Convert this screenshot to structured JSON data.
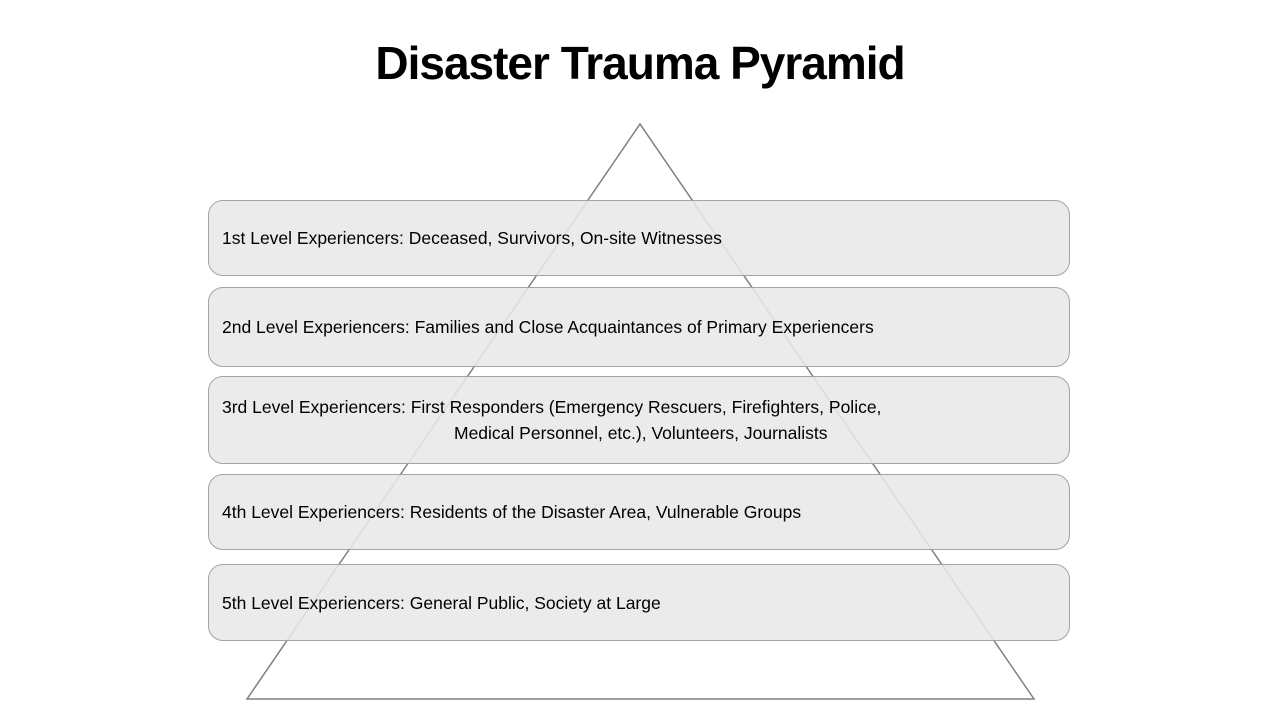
{
  "title": "Disaster Trauma Pyramid",
  "pyramid": {
    "levels": [
      {
        "name": "1st Level",
        "line1": "1st Level Experiencers: Deceased, Survivors, On-site Witnesses",
        "line2": ""
      },
      {
        "name": "2nd Level",
        "line1": "2nd Level Experiencers: Families and Close Acquaintances of Primary Experiencers",
        "line2": ""
      },
      {
        "name": "3rd Level",
        "line1": "3rd Level Experiencers: First Responders (Emergency Rescuers, Firefighters, Police,",
        "line2": "Medical Personnel, etc.), Volunteers, Journalists"
      },
      {
        "name": "4th Level",
        "line1": "4th Level Experiencers: Residents of the Disaster Area, Vulnerable Groups",
        "line2": ""
      },
      {
        "name": "5th Level",
        "line1": "5th Level Experiencers: General Public, Society at Large",
        "line2": ""
      }
    ]
  },
  "colors": {
    "background": "#ffffff",
    "title": "#000000",
    "box_fill": "rgba(232,232,232,0.88)",
    "box_border": "#a3a3a3",
    "text": "#000000",
    "triangle_line": "#808080"
  }
}
